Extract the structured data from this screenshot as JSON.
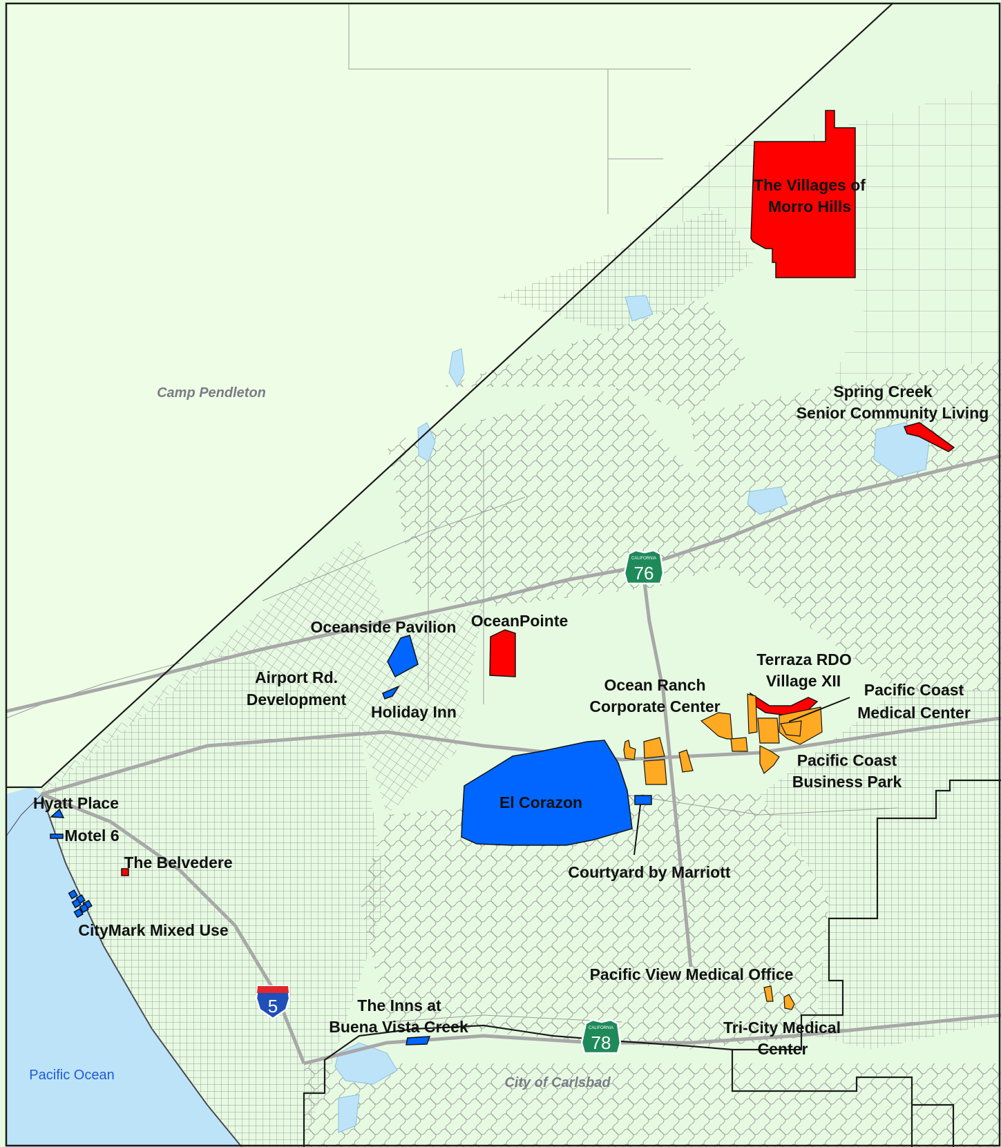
{
  "regions": {
    "camp_pendleton": "Camp Pendleton",
    "pacific_ocean": "Pacific Ocean",
    "city_of_carlsbad": "City of Carlsbad"
  },
  "projects": {
    "villages_of_morro_hills": [
      "The Villages of",
      "Morro Hills"
    ],
    "spring_creek": [
      "Spring Creek",
      "Senior Community Living"
    ],
    "oceanside_pavilion": "Oceanside Pavilion",
    "oceanpointe": "OceanPointe",
    "airport_rd_development": [
      "Airport Rd.",
      "Development"
    ],
    "holiday_inn": "Holiday Inn",
    "ocean_ranch": [
      "Ocean Ranch",
      "Corporate Center"
    ],
    "terraza_rdo": [
      "Terraza RDO",
      "Village XII"
    ],
    "pacific_coast_medical": [
      "Pacific Coast",
      "Medical Center"
    ],
    "pacific_coast_business_park": [
      "Pacific Coast",
      "Business Park"
    ],
    "el_corazon": "El Corazon",
    "courtyard_by_marriott": "Courtyard by Marriott",
    "hyatt_place": "Hyatt Place",
    "motel_6": "Motel 6",
    "the_belvedere": "The Belvedere",
    "citymark_mixed_use": "CityMark Mixed Use",
    "pacific_view_medical": "Pacific View Medical Office",
    "inns_at_buena_vista": [
      "The Inns at",
      "Buena Vista Creek"
    ],
    "tri_city_medical": [
      "Tri-City Medical",
      "Center"
    ]
  },
  "highways": {
    "i5": "5",
    "ca76": "76",
    "ca78": "78",
    "california_caption": "CALIFORNIA"
  },
  "colors": {
    "land": "#e6fae2",
    "pendleton": "#eefde5",
    "water": "#bde3f9",
    "residential": "#c9c9c9",
    "red_project": "#ff0000",
    "blue_project": "#0066ff",
    "orange_project": "#ffaa22",
    "state_shield": "#1e8a5a",
    "interstate_blue": "#1f4fb8",
    "interstate_red": "#e3262c"
  }
}
